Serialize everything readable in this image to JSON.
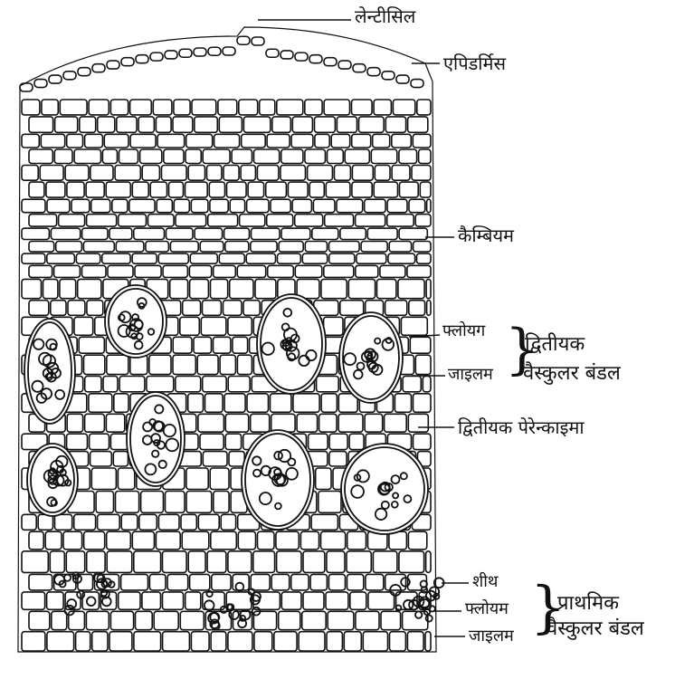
{
  "labels": {
    "lenticel": "लेन्टीसिल",
    "epidermis": "एपिडर्मिस",
    "cambium": "कैम्बियम",
    "phloem_secondary": "फ्लोयग",
    "xylem_secondary": "जाइलम",
    "secondary_title_line1": "द्वितीयक",
    "secondary_title_line2": "वैस्कुलर बंडल",
    "secondary_parenchyma": "द्वितीयक पेरेन्काइमा",
    "sheath": "शीथ",
    "phloem_primary": "फ्लोयम",
    "xylem_primary": "जाइलम",
    "primary_title_line1": "प्राथमिक",
    "primary_title_line2": "वैस्कुलर बंडल"
  },
  "colors": {
    "ink": "#111111",
    "background": "#ffffff"
  }
}
